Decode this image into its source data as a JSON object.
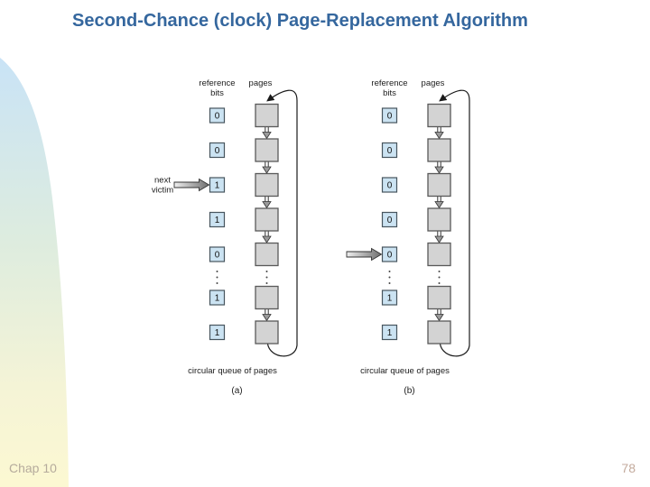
{
  "slide": {
    "title": "Second-Chance (clock) Page-Replacement Algorithm",
    "footer_left": "Chap 10",
    "page_number": "78"
  },
  "figure": {
    "headers": {
      "col1_line1": "reference",
      "col1_line2": "bits",
      "col2": "pages"
    },
    "queue_label": "circular queue of pages",
    "diagrams": [
      {
        "caption": "(a)",
        "bits": [
          "0",
          "0",
          "1",
          "1",
          "0",
          "1",
          "1"
        ],
        "dots_after_row": 4,
        "pointer_row": 2,
        "pointer_label_line1": "next",
        "pointer_label_line2": "victim"
      },
      {
        "caption": "(b)",
        "bits": [
          "0",
          "0",
          "0",
          "0",
          "0",
          "1",
          "1"
        ],
        "dots_after_row": 4,
        "pointer_row": 4,
        "pointer_label_line1": "",
        "pointer_label_line2": ""
      }
    ],
    "colors": {
      "bit_box_fill": "#cbe3f2",
      "bit_box_border": "#47555e",
      "page_fill": "#d3d3d3",
      "page_border": "#595959",
      "connector_arrow_fill": "#9a9a9a",
      "line": "#1a1a1a",
      "label_text": "#1c1c1c"
    }
  },
  "decor": {
    "gradient_top": "#c9e3f6",
    "gradient_mid1": "#ddecdf",
    "gradient_mid2": "#f5f4d6",
    "gradient_bottom": "#fcf8d2"
  },
  "theme": {
    "title_color": "#35679e",
    "footer_left_color": "#b5ab9c",
    "page_number_color": "#c3aa9c"
  }
}
